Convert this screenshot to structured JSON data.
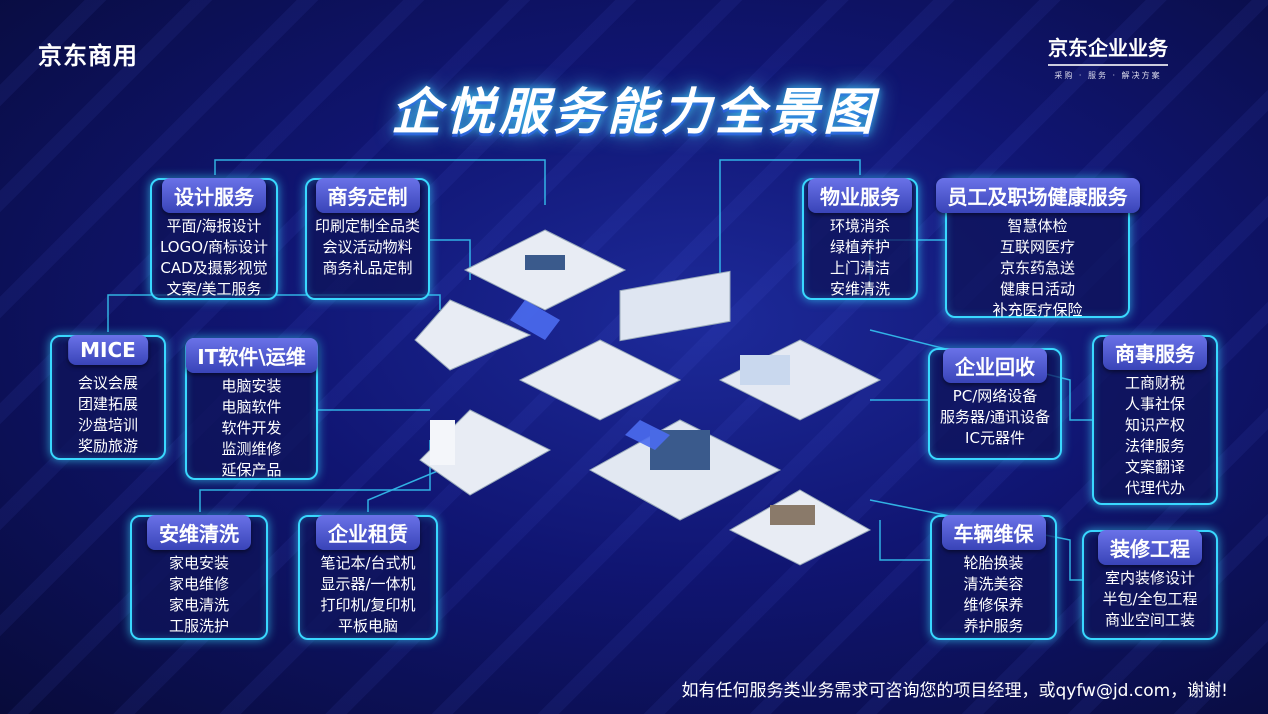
{
  "brand_left": "京东商用",
  "brand_right": {
    "name": "京东企业业务",
    "slogan": "采购 · 服务 · 解决方案"
  },
  "title": "企悦服务能力全景图",
  "cards": [
    {
      "title": "设计服务",
      "items": [
        "平面/海报设计",
        "LOGO/商标设计",
        "CAD及摄影视觉",
        "文案/美工服务"
      ]
    },
    {
      "title": "商务定制",
      "items": [
        "印刷定制全品类",
        "会议活动物料",
        "商务礼品定制"
      ]
    },
    {
      "title": "物业服务",
      "items": [
        "环境消杀",
        "绿植养护",
        "上门清洁",
        "安维清洗"
      ]
    },
    {
      "title": "员工及职场健康服务",
      "items": [
        "智慧体检",
        "互联网医疗",
        "京东药急送",
        "健康日活动",
        "补充医疗保险"
      ]
    },
    {
      "title": "MICE",
      "items": [
        "会议会展",
        "团建拓展",
        "沙盘培训",
        "奖励旅游"
      ]
    },
    {
      "title": "IT软件\\运维",
      "items": [
        "电脑安装",
        "电脑软件",
        "软件开发",
        "监测维修",
        "延保产品"
      ]
    },
    {
      "title": "企业回收",
      "items": [
        "PC/网络设备",
        "服务器/通讯设备",
        "IC元器件"
      ]
    },
    {
      "title": "商事服务",
      "items": [
        "工商财税",
        "人事社保",
        "知识产权",
        "法律服务",
        "文案翻译",
        "代理代办"
      ]
    },
    {
      "title": "安维清洗",
      "items": [
        "家电安装",
        "家电维修",
        "家电清洗",
        "工服洗护"
      ]
    },
    {
      "title": "企业租赁",
      "items": [
        "笔记本/台式机",
        "显示器/一体机",
        "打印机/复印机",
        "平板电脑"
      ]
    },
    {
      "title": "车辆维保",
      "items": [
        "轮胎换装",
        "清洗美容",
        "维修保养",
        "养护服务"
      ]
    },
    {
      "title": "装修工程",
      "items": [
        "室内装修设计",
        "半包/全包工程",
        "商业空间工装"
      ]
    }
  ],
  "footer": "如有任何服务类业务需求可咨询您的项目经理，或qyfw@jd.com，谢谢!",
  "colors": {
    "accent": "#39d8ff",
    "header": "#4a55d0",
    "background": "#0b0f45"
  }
}
